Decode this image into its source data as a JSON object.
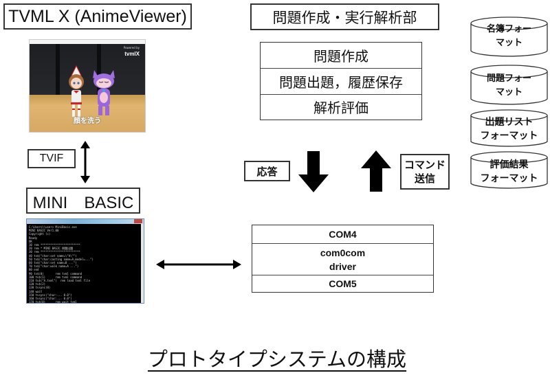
{
  "left": {
    "viewer_title": "TVML X (AnimeViewer)",
    "viewer_screenshot": {
      "brand_text": "tvmlX",
      "powered_by": "Powered by",
      "subtitle": "顔を洗う"
    },
    "interface_label": "TVIF",
    "basic_title": "MINI　BASIC",
    "console_screenshot": {
      "lines": [
        "C:\\Users\\\\user> MiniBasic.exe",
        "MINI BASIC Ver1.00",
        "Copyright (c)",
        "Ready",
        "OK",
        "10 rem ************************",
        "20 rem * MINI BASIC 問題出題",
        "30 rem ************************",
        "40 tv$(\"char:set name=\\\"A\\\"\")",
        "50 tv$(\"char:casting name=A,model=...\")",
        "60 tv$(\"char:set name=B ...\")",
        "70 tv$(\"char:walk name=A ...\")",
        "80 end",
        "90 tv$(0)       rem tvml command",
        "100 tv$(1)      rem tvml command",
        "110 tv$(\"A.tvml\")  rem load tvml file",
        "120 tv$(2)",
        "130 tvsync(0)",
        "140 wait",
        "150 tvsync(\"char:... 0.0\")",
        "160 tvsync(\"char:... 0.0\")",
        "170 tv$(0)      rem wait tvml",
        "180 end",
        "OK"
      ]
    }
  },
  "right": {
    "section_title": "問題作成・実行解析部",
    "functions": [
      "問題作成",
      "問題出題，履歴保存",
      "解析評価"
    ],
    "response_label": "応答",
    "command_label_line1": "コマンド",
    "command_label_line2": "送信",
    "com_stack": {
      "top": "COM4",
      "middle_line1": "com0com",
      "middle_line2": "driver",
      "bottom": "COM5"
    },
    "formats": [
      {
        "line1": "名簿フォー",
        "line2": "マット"
      },
      {
        "line1": "問題フォー",
        "line2": "マット"
      },
      {
        "line1": "出題リスト",
        "line2": "フォーマット"
      },
      {
        "line1": "評価結果",
        "line2": "フォーマット"
      }
    ]
  },
  "caption": "プロトタイプシステムの構成",
  "colors": {
    "border": "#333333",
    "arrow": "#000000",
    "stage_floor": "#d7a963",
    "stage_back": "#1d1f23",
    "console_bg": "#000000"
  }
}
